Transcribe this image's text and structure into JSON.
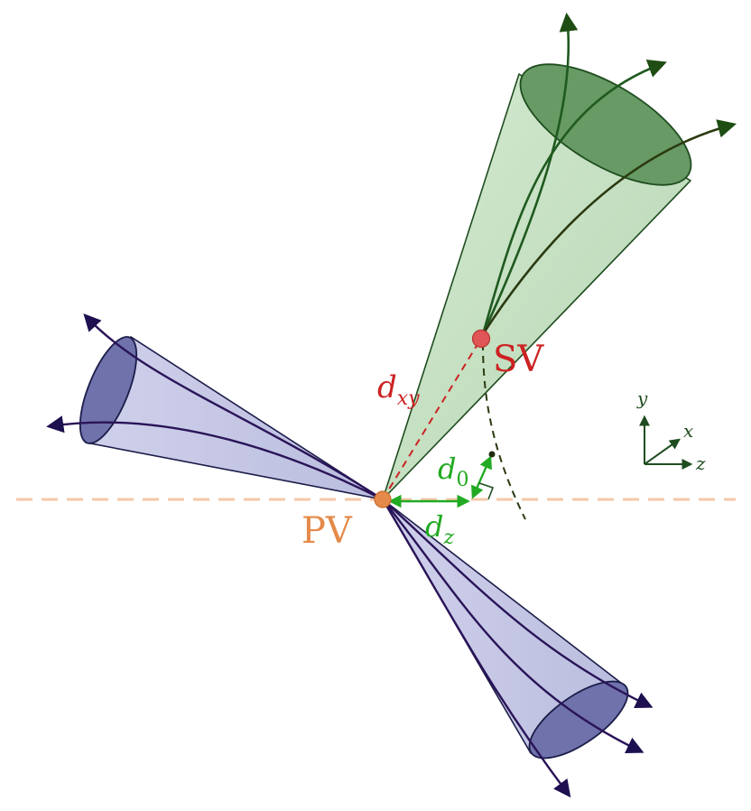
{
  "labels": {
    "pv": "PV",
    "sv": "SV",
    "dxy_main": "d",
    "dxy_sub": "xy",
    "d0_main": "d",
    "d0_sub": "0",
    "dz_main": "d",
    "dz_sub": "z"
  },
  "axes": {
    "y": "y",
    "x": "x",
    "z": "z"
  },
  "colors": {
    "pv": "#e58a4a",
    "sv": "#e05555",
    "sv_label": "#cc2222",
    "green_text": "#22aa22",
    "beamline": "#f5c8a8",
    "green_cone_fill": "#a6cfa0",
    "green_cone_stroke": "#1f4d1f",
    "blue_cone_fill": "#b7b9dd",
    "blue_cone_stroke": "#1c1c4a",
    "track_green": "#1f5a1f",
    "track_blue": "#2a1458"
  }
}
